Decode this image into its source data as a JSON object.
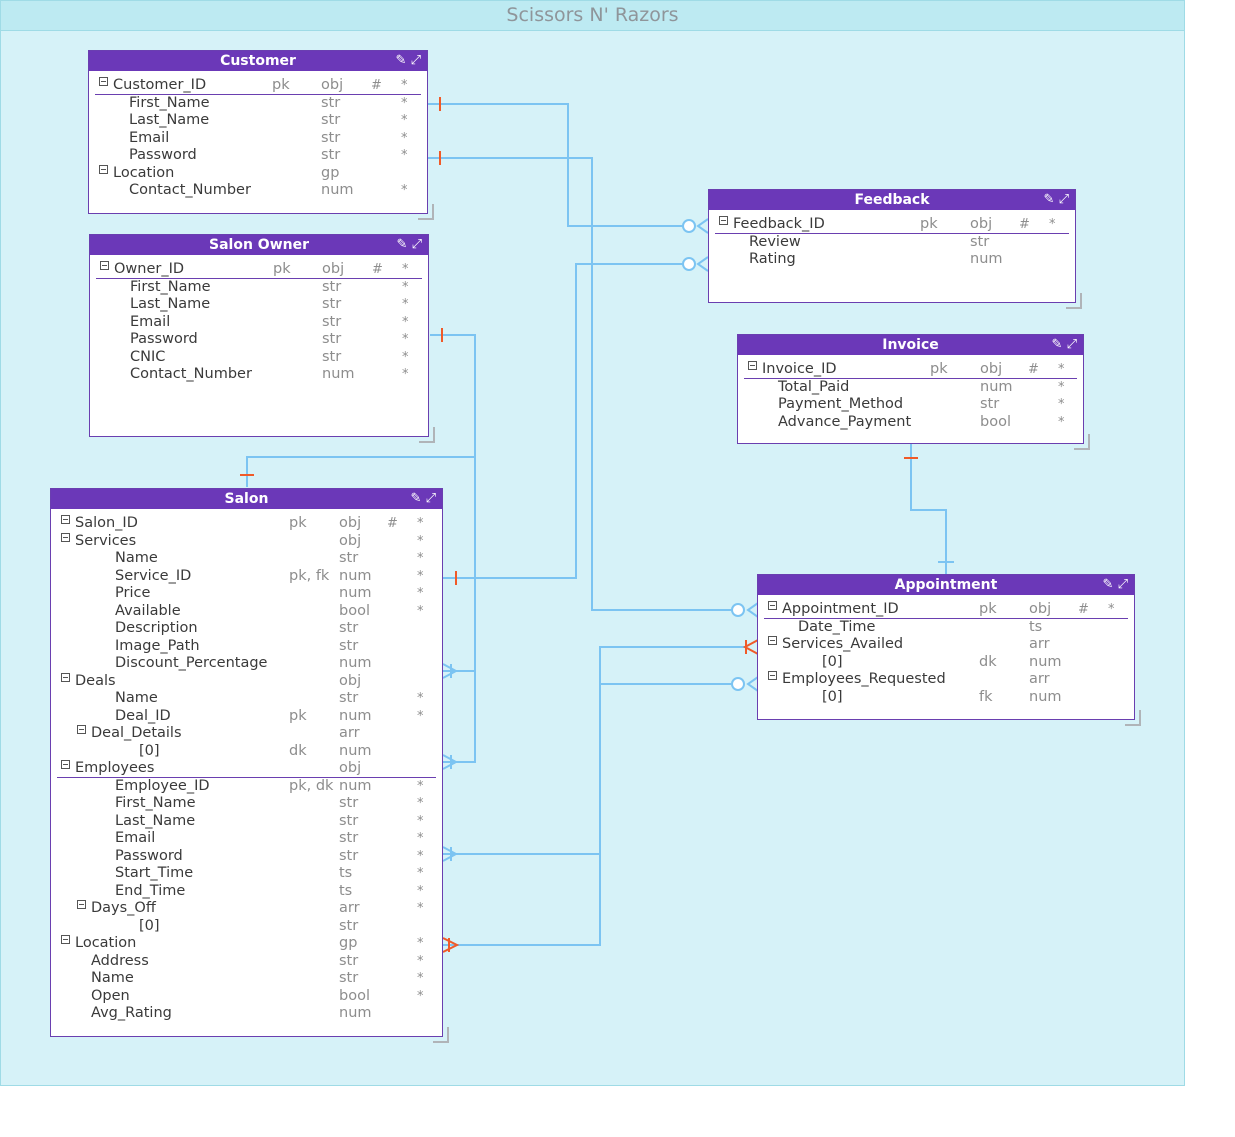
{
  "title": "Scissors N' Razors",
  "colors": {
    "entity_header": "#6b38b8",
    "link": "#7cc4f2",
    "pk_marker": "#f05a28",
    "background": "#d6f2f8"
  },
  "icons": {
    "edit": "pencil-icon",
    "expand": "expand-icon",
    "toggle": "collapse-toggle-icon"
  },
  "entities": {
    "customer": {
      "name": "Customer",
      "fields": [
        {
          "name": "Customer_ID",
          "key": "pk",
          "type": "obj",
          "hash": "#",
          "req": "*"
        },
        {
          "name": "First_Name",
          "key": "",
          "type": "str",
          "hash": "",
          "req": "*"
        },
        {
          "name": "Last_Name",
          "key": "",
          "type": "str",
          "hash": "",
          "req": "*"
        },
        {
          "name": "Email",
          "key": "",
          "type": "str",
          "hash": "",
          "req": "*"
        },
        {
          "name": "Password",
          "key": "",
          "type": "str",
          "hash": "",
          "req": "*"
        },
        {
          "name": "Location",
          "key": "",
          "type": "gp",
          "hash": "",
          "req": ""
        },
        {
          "name": "Contact_Number",
          "key": "",
          "type": "num",
          "hash": "",
          "req": "*"
        }
      ]
    },
    "salon_owner": {
      "name": "Salon Owner",
      "fields": [
        {
          "name": "Owner_ID",
          "key": "pk",
          "type": "obj",
          "hash": "#",
          "req": "*"
        },
        {
          "name": "First_Name",
          "key": "",
          "type": "str",
          "hash": "",
          "req": "*"
        },
        {
          "name": "Last_Name",
          "key": "",
          "type": "str",
          "hash": "",
          "req": "*"
        },
        {
          "name": "Email",
          "key": "",
          "type": "str",
          "hash": "",
          "req": "*"
        },
        {
          "name": "Password",
          "key": "",
          "type": "str",
          "hash": "",
          "req": "*"
        },
        {
          "name": "CNIC",
          "key": "",
          "type": "str",
          "hash": "",
          "req": "*"
        },
        {
          "name": "Contact_Number",
          "key": "",
          "type": "num",
          "hash": "",
          "req": "*"
        }
      ]
    },
    "salon": {
      "name": "Salon",
      "fields": [
        {
          "name": "Salon_ID",
          "key": "pk",
          "type": "obj",
          "hash": "#",
          "req": "*"
        },
        {
          "name": "Services",
          "key": "",
          "type": "obj",
          "hash": "",
          "req": "*"
        },
        {
          "name": "Name",
          "key": "",
          "type": "str",
          "hash": "",
          "req": "*"
        },
        {
          "name": "Service_ID",
          "key": "pk, fk",
          "type": "num",
          "hash": "",
          "req": "*"
        },
        {
          "name": "Price",
          "key": "",
          "type": "num",
          "hash": "",
          "req": "*"
        },
        {
          "name": "Available",
          "key": "",
          "type": "bool",
          "hash": "",
          "req": "*"
        },
        {
          "name": "Description",
          "key": "",
          "type": "str",
          "hash": "",
          "req": ""
        },
        {
          "name": "Image_Path",
          "key": "",
          "type": "str",
          "hash": "",
          "req": ""
        },
        {
          "name": "Discount_Percentage",
          "key": "",
          "type": "num",
          "hash": "",
          "req": ""
        },
        {
          "name": "Deals",
          "key": "",
          "type": "obj",
          "hash": "",
          "req": ""
        },
        {
          "name": "Name",
          "key": "",
          "type": "str",
          "hash": "",
          "req": "*"
        },
        {
          "name": "Deal_ID",
          "key": "pk",
          "type": "num",
          "hash": "",
          "req": "*"
        },
        {
          "name": "Deal_Details",
          "key": "",
          "type": "arr",
          "hash": "",
          "req": ""
        },
        {
          "name": "[0]",
          "key": "dk",
          "type": "num",
          "hash": "",
          "req": ""
        },
        {
          "name": "Employees",
          "key": "",
          "type": "obj",
          "hash": "",
          "req": ""
        },
        {
          "name": "Employee_ID",
          "key": "pk, dk",
          "type": "num",
          "hash": "",
          "req": "*"
        },
        {
          "name": "First_Name",
          "key": "",
          "type": "str",
          "hash": "",
          "req": "*"
        },
        {
          "name": "Last_Name",
          "key": "",
          "type": "str",
          "hash": "",
          "req": "*"
        },
        {
          "name": "Email",
          "key": "",
          "type": "str",
          "hash": "",
          "req": "*"
        },
        {
          "name": "Password",
          "key": "",
          "type": "str",
          "hash": "",
          "req": "*"
        },
        {
          "name": "Start_Time",
          "key": "",
          "type": "ts",
          "hash": "",
          "req": "*"
        },
        {
          "name": "End_Time",
          "key": "",
          "type": "ts",
          "hash": "",
          "req": "*"
        },
        {
          "name": "Days_Off",
          "key": "",
          "type": "arr",
          "hash": "",
          "req": "*"
        },
        {
          "name": "[0]",
          "key": "",
          "type": "str",
          "hash": "",
          "req": ""
        },
        {
          "name": "Location",
          "key": "",
          "type": "gp",
          "hash": "",
          "req": "*"
        },
        {
          "name": "Address",
          "key": "",
          "type": "str",
          "hash": "",
          "req": "*"
        },
        {
          "name": "Name",
          "key": "",
          "type": "str",
          "hash": "",
          "req": "*"
        },
        {
          "name": "Open",
          "key": "",
          "type": "bool",
          "hash": "",
          "req": "*"
        },
        {
          "name": "Avg_Rating",
          "key": "",
          "type": "num",
          "hash": "",
          "req": ""
        }
      ]
    },
    "feedback": {
      "name": "Feedback",
      "fields": [
        {
          "name": "Feedback_ID",
          "key": "pk",
          "type": "obj",
          "hash": "#",
          "req": "*"
        },
        {
          "name": "Review",
          "key": "",
          "type": "str",
          "hash": "",
          "req": ""
        },
        {
          "name": "Rating",
          "key": "",
          "type": "num",
          "hash": "",
          "req": ""
        }
      ]
    },
    "invoice": {
      "name": "Invoice",
      "fields": [
        {
          "name": "Invoice_ID",
          "key": "pk",
          "type": "obj",
          "hash": "#",
          "req": "*"
        },
        {
          "name": "Total_Paid",
          "key": "",
          "type": "num",
          "hash": "",
          "req": "*"
        },
        {
          "name": "Payment_Method",
          "key": "",
          "type": "str",
          "hash": "",
          "req": "*"
        },
        {
          "name": "Advance_Payment",
          "key": "",
          "type": "bool",
          "hash": "",
          "req": "*"
        }
      ]
    },
    "appointment": {
      "name": "Appointment",
      "fields": [
        {
          "name": "Appointment_ID",
          "key": "pk",
          "type": "obj",
          "hash": "#",
          "req": "*"
        },
        {
          "name": "Date_Time",
          "key": "",
          "type": "ts",
          "hash": "",
          "req": ""
        },
        {
          "name": "Services_Availed",
          "key": "",
          "type": "arr",
          "hash": "",
          "req": ""
        },
        {
          "name": "[0]",
          "key": "dk",
          "type": "num",
          "hash": "",
          "req": ""
        },
        {
          "name": "Employees_Requested",
          "key": "",
          "type": "arr",
          "hash": "",
          "req": ""
        },
        {
          "name": "[0]",
          "key": "fk",
          "type": "num",
          "hash": "",
          "req": ""
        }
      ]
    }
  }
}
